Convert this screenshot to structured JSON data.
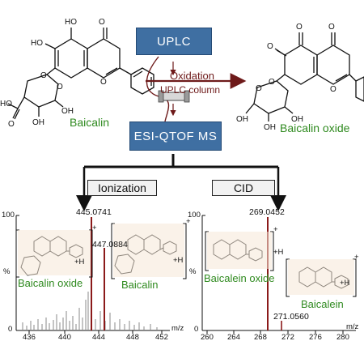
{
  "workflow": {
    "uplc_label": "UPLC",
    "esi_label": "ESI-QTOF MS",
    "oxidation_label": "Oxidation",
    "column_label": "UPLC column",
    "ionization_label": "Ionization",
    "cid_label": "CID"
  },
  "compounds": {
    "left_name": "Baicalin",
    "right_name": "Baicalin oxide"
  },
  "spectrum_left": {
    "y_top": "100",
    "y_bottom": "0",
    "y_unit": "%",
    "x_unit": "m/z",
    "x_ticks": [
      "436",
      "440",
      "444",
      "448",
      "452"
    ],
    "peak_1": "445.0741",
    "peak_2": "447.0884",
    "struct_1_label": "Baicalin oxide",
    "struct_2_label": "Baicalin",
    "struct_1_charge": "+H",
    "struct_2_charge": "+H",
    "plus_1": "+",
    "plus_2": "+"
  },
  "spectrum_right": {
    "y_top": "100",
    "y_bottom": "0",
    "y_unit": "%",
    "x_unit": "m/z",
    "x_ticks": [
      "260",
      "264",
      "268",
      "272",
      "276",
      "280"
    ],
    "peak_1": "269.0452",
    "peak_2": "271.0560",
    "struct_1_label": "Baicalein oxide",
    "struct_2_label": "Baicalein",
    "struct_1_charge": "+H",
    "struct_2_charge": "+H",
    "plus_1": "+",
    "plus_2": "+"
  },
  "colors": {
    "box_blue": "#3f6fa2",
    "label_green": "#2f8a1f",
    "arrow_maroon": "#6e1a1a",
    "peak_red": "#8b1a1a",
    "panel_tan": "#f6e7d7"
  }
}
